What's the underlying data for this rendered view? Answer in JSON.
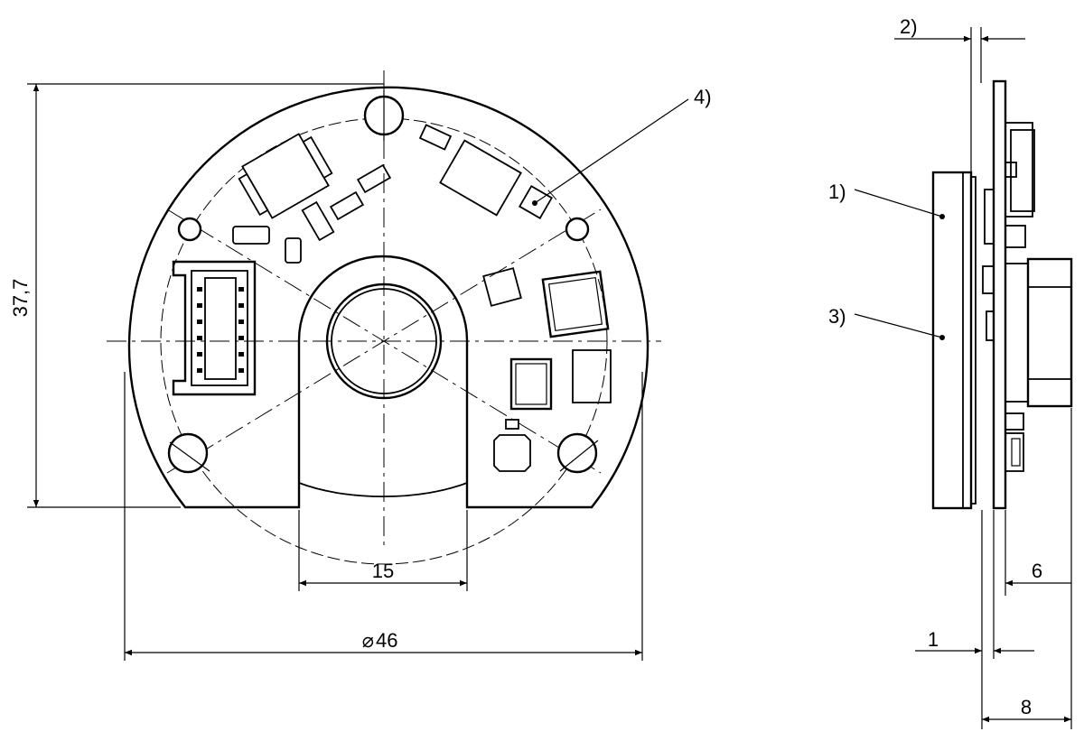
{
  "dimensions": {
    "height": "37,7",
    "slot_width": "15",
    "diameter": "46",
    "thickness_1": "1",
    "thickness_6": "6",
    "thickness_8": "8"
  },
  "callouts": {
    "c1": "1)",
    "c2": "2)",
    "c3": "3)",
    "c4": "4)"
  },
  "symbols": {
    "diameter": "⌀"
  }
}
